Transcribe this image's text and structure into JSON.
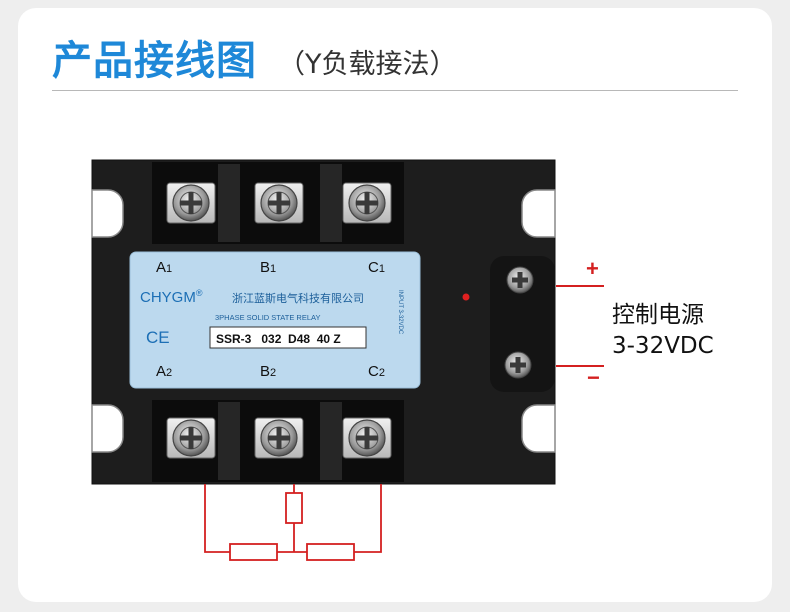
{
  "header": {
    "title": "产品接线图",
    "subtitle": "（Y负载接法）"
  },
  "relay": {
    "brand": "CHYGM",
    "registered_mark": "®",
    "company": "浙江蓝斯电气科技有限公司",
    "product_type": "3PHASE SOLID STATE RELAY",
    "model": "SSR-3   032  D48  40 Z",
    "ce_mark": "CE",
    "input_note": "INPUT  3-32VDC",
    "terminals_top": [
      {
        "letter": "A",
        "sub": "1"
      },
      {
        "letter": "B",
        "sub": "1"
      },
      {
        "letter": "C",
        "sub": "1"
      }
    ],
    "terminals_bottom": [
      {
        "letter": "A",
        "sub": "2"
      },
      {
        "letter": "B",
        "sub": "2"
      },
      {
        "letter": "C",
        "sub": "2"
      }
    ]
  },
  "power": {
    "plus": "+",
    "minus": "−",
    "line1": "控制电源",
    "line2": "3-32VDC"
  },
  "colors": {
    "accent": "#1e88d8",
    "wire": "#d42020",
    "label_blue": "#bcd9ee"
  }
}
